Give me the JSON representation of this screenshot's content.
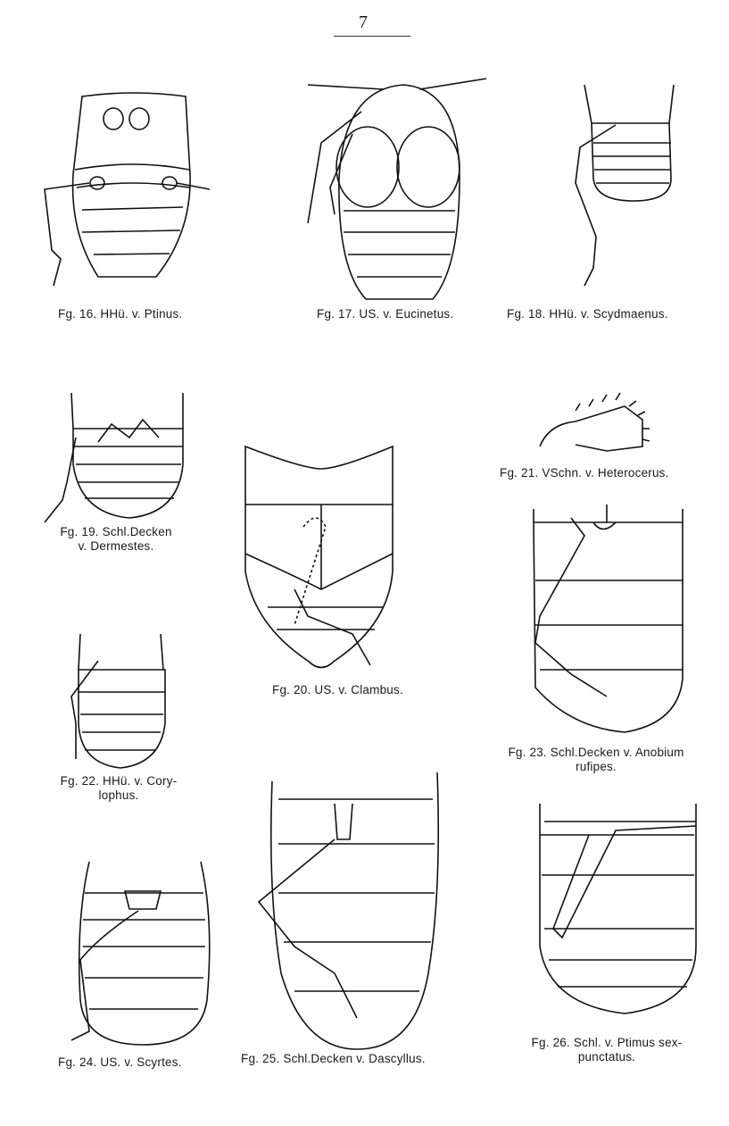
{
  "page": {
    "number": "7"
  },
  "figures": [
    {
      "id": "fig16",
      "caption": "Fg. 16.  HHü. v. Ptinus."
    },
    {
      "id": "fig17",
      "caption": "Fg. 17.  US. v. Eucinetus."
    },
    {
      "id": "fig18",
      "caption": "Fg. 18.  HHü. v. Scydmaenus."
    },
    {
      "id": "fig19",
      "caption_line1": "Fg. 19.  Schl.Decken",
      "caption_line2": "v. Dermestes."
    },
    {
      "id": "fig20",
      "caption": "Fg. 20.  US. v. Clambus."
    },
    {
      "id": "fig21",
      "caption": "Fg. 21.  VSchn. v. Heterocerus."
    },
    {
      "id": "fig22",
      "caption_line1": "Fg. 22.  HHü. v. Cory-",
      "caption_line2": "lophus."
    },
    {
      "id": "fig23",
      "caption_line1": "Fg. 23.  Schl.Decken v. Anobium",
      "caption_line2": "rufipes."
    },
    {
      "id": "fig24",
      "caption": "Fg. 24.  US. v. Scyrtes."
    },
    {
      "id": "fig25",
      "caption": "Fg. 25.  Schl.Decken v. Dascyllus."
    },
    {
      "id": "fig26",
      "caption_line1": "Fg. 26.  Schl.  v. Ptimus sex-",
      "caption_line2": "punctatus."
    }
  ]
}
